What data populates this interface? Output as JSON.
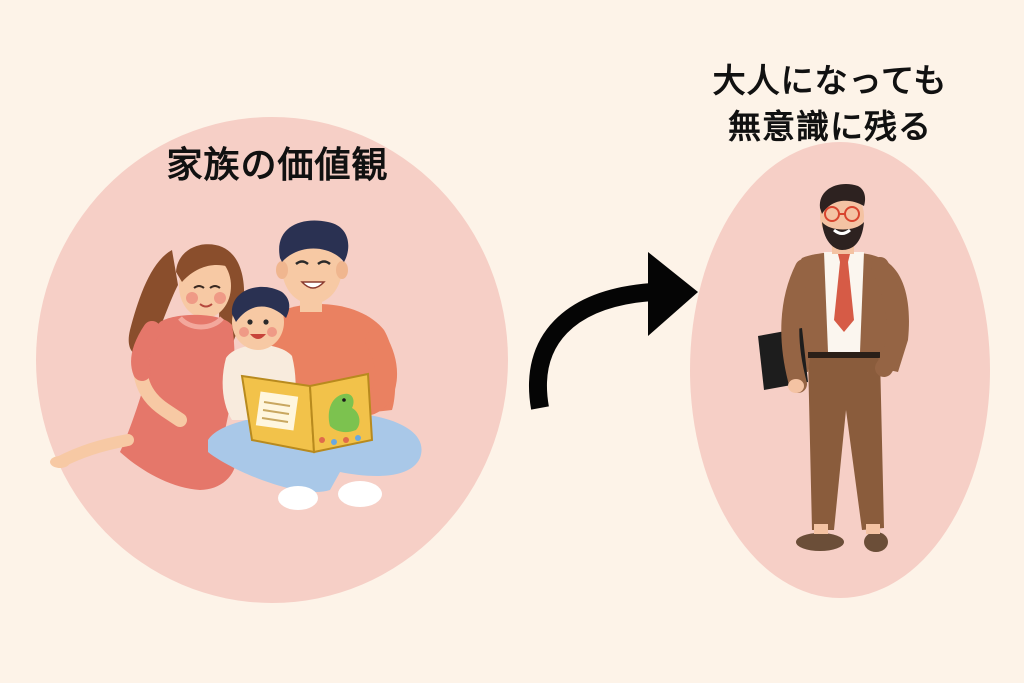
{
  "colors": {
    "background": "#fdf3e8",
    "circle_fill": "#f6cfc6",
    "arrow": "#050505",
    "title_text": "#111111"
  },
  "left_panel": {
    "title": "家族の価値観",
    "illustration": "family-reading-book-illustration"
  },
  "arrow": {
    "icon": "curved-arrow-right-icon"
  },
  "right_panel": {
    "title_line1": "大人になっても",
    "title_line2": "無意識に残る",
    "illustration": "adult-businessman-illustration"
  }
}
